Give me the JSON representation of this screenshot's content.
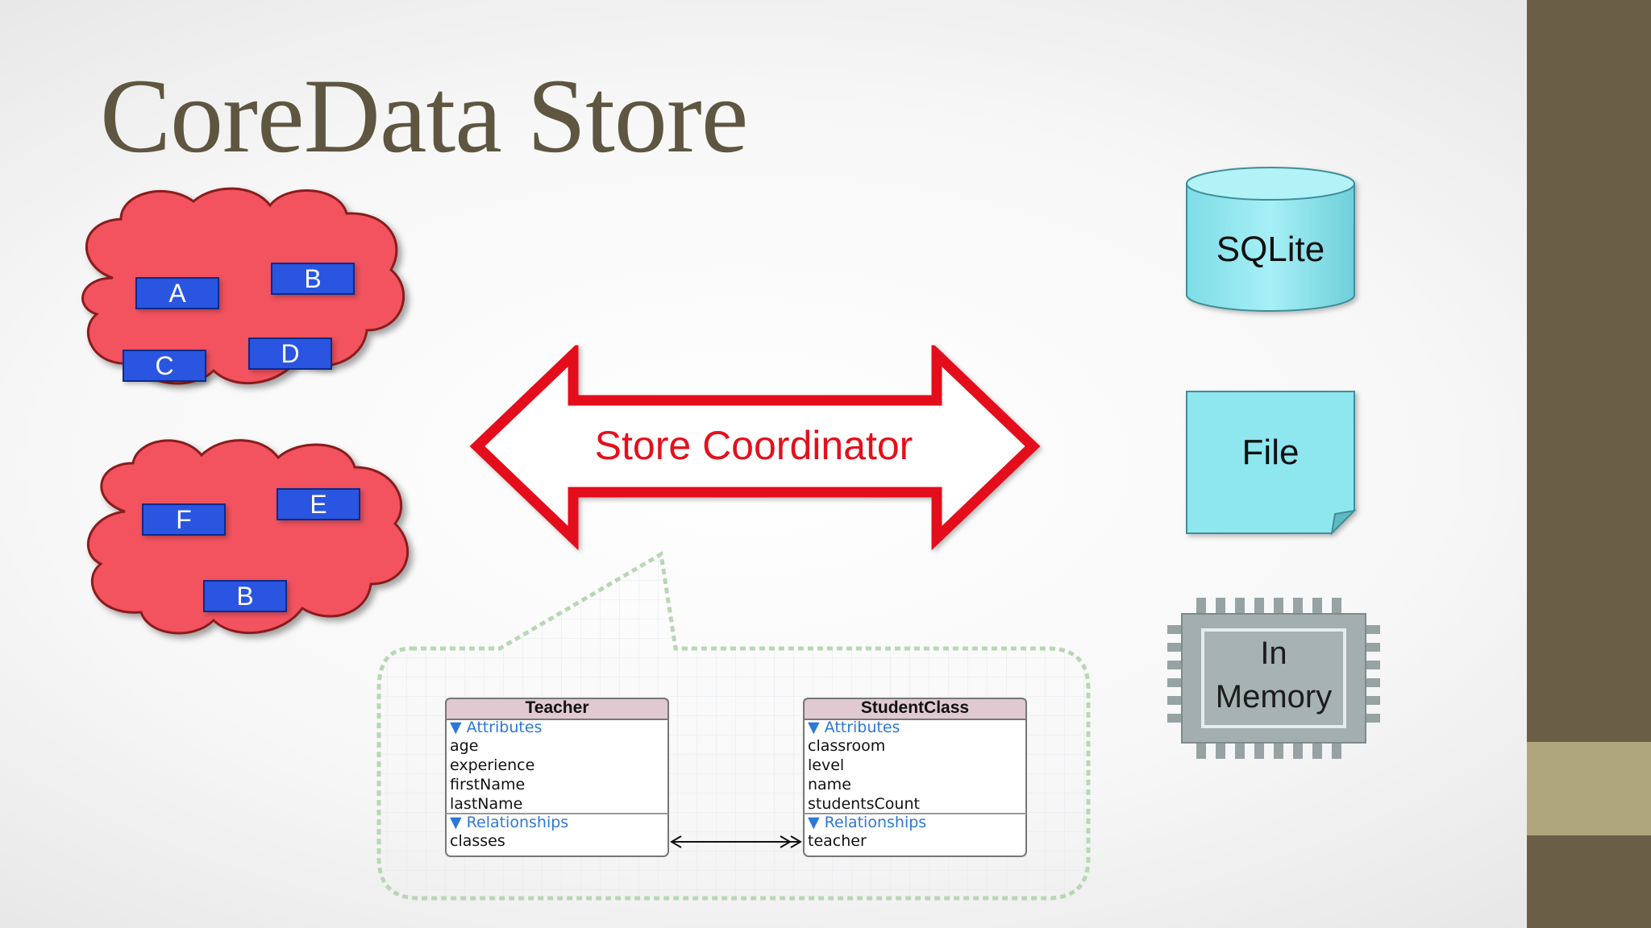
{
  "title": "CoreData Store",
  "contexts": [
    {
      "objects": [
        "A",
        "B",
        "C",
        "D"
      ]
    },
    {
      "objects": [
        "F",
        "E",
        "B"
      ]
    }
  ],
  "coordinator": {
    "label": "Store Coordinator"
  },
  "stores": {
    "sqlite": "SQLite",
    "file": "File",
    "memory_line1": "In",
    "memory_line2": "Memory"
  },
  "model": {
    "teacher": {
      "name": "Teacher",
      "attributes_header": "▼ Attributes",
      "attributes": [
        "age",
        "experience",
        "firstName",
        "lastName"
      ],
      "relationships_header": "▼ Relationships",
      "relationships": [
        "classes"
      ]
    },
    "studentclass": {
      "name": "StudentClass",
      "attributes_header": "▼ Attributes",
      "attributes": [
        "classroom",
        "level",
        "name",
        "studentsCount"
      ],
      "relationships_header": "▼ Relationships",
      "relationships": [
        "teacher"
      ]
    }
  },
  "colors": {
    "cloud_fill": "#f2535f",
    "object_fill": "#2b55e0",
    "arrow_red": "#e4101b",
    "store_fill": "#8ee6ef",
    "chip_fill": "#a3aeae",
    "title_color": "#5e5640",
    "sidebar": "#6b5e47",
    "sidebar_accent": "#b0a67c"
  }
}
